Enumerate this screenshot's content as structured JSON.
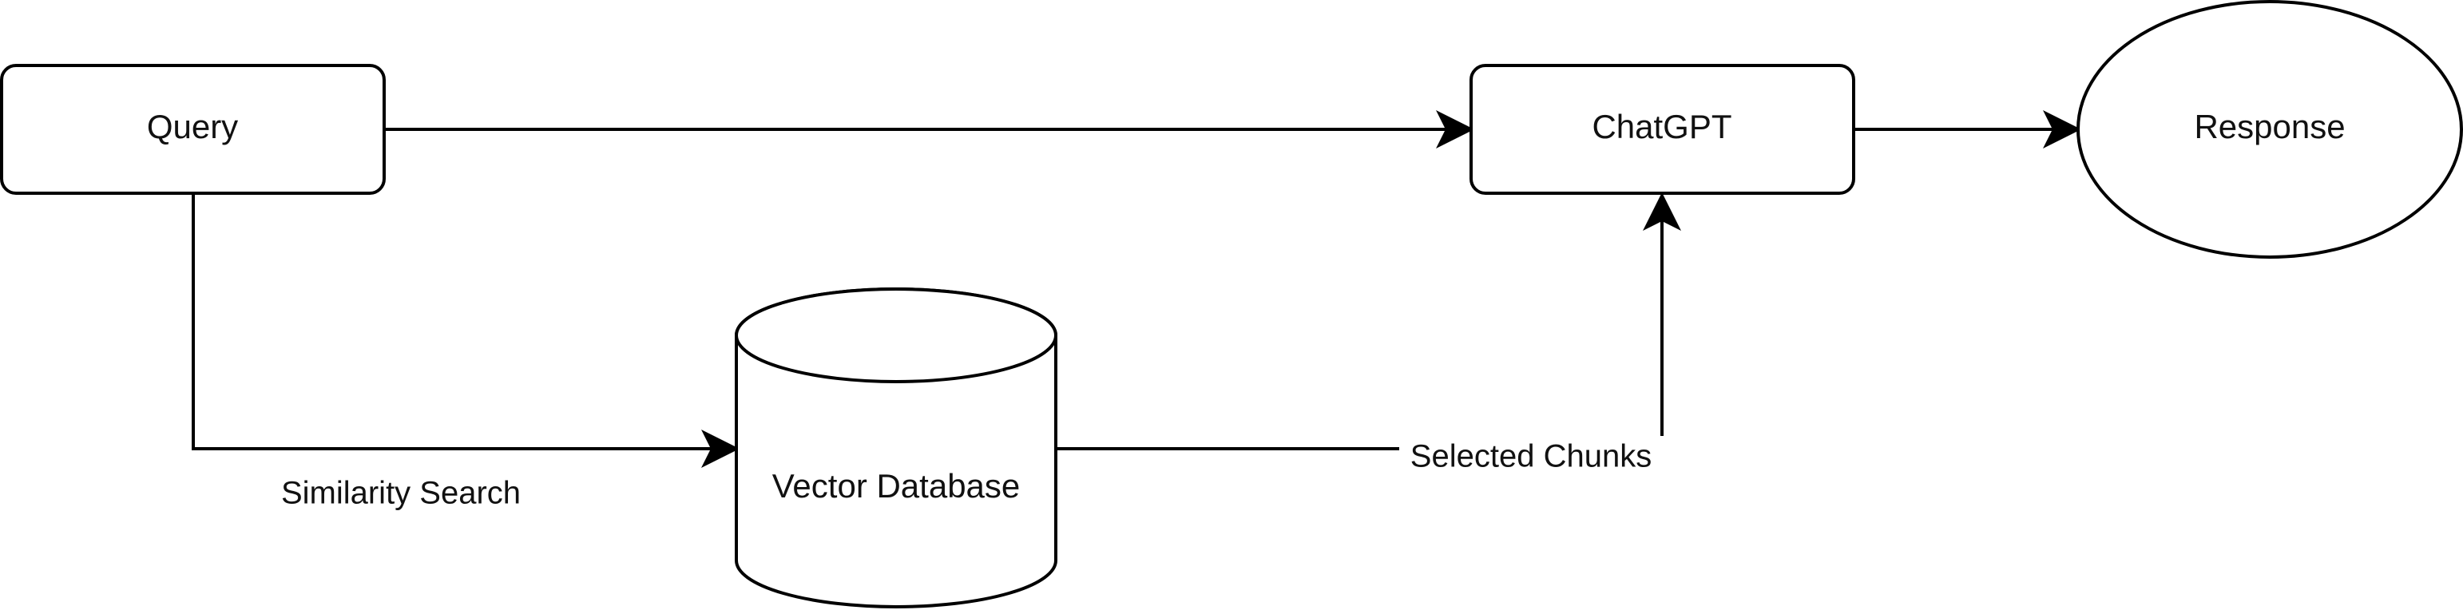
{
  "nodes": {
    "query": {
      "label": "Query"
    },
    "chatgpt": {
      "label": "ChatGPT"
    },
    "response": {
      "label": "Response"
    },
    "vector_db": {
      "label": "Vector Database"
    }
  },
  "edges": {
    "similarity_search": {
      "label": "Similarity Search"
    },
    "selected_chunks": {
      "label": "Selected Chunks"
    }
  },
  "colors": {
    "stroke": "#000000",
    "fill": "#ffffff",
    "text": "#111111"
  }
}
